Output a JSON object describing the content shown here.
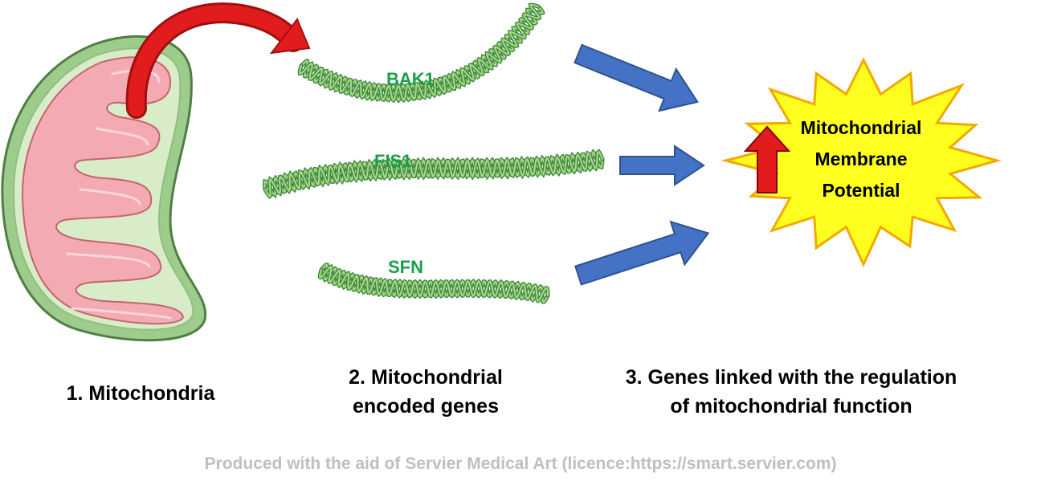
{
  "colors": {
    "gene_label": "#1aa04a",
    "dna_strand": "#3e8a3c",
    "dna_fill": "#a9d68b",
    "arrow_blue": "#4472c4",
    "curved_arrow_red": "#e21c1c",
    "burst_fill": "#ffff1f",
    "burst_stroke": "#f2a900",
    "mito_outer": "#9dcc8d",
    "mito_inner": "#f4aab3",
    "footer_text": "#bfbfbf"
  },
  "genes": [
    {
      "label": "BAK1"
    },
    {
      "label": "FIS1"
    },
    {
      "label": "SFN"
    }
  ],
  "burst": {
    "lines": [
      "Mitochondrial",
      "Membrane",
      "Potential"
    ],
    "indicator_icon": "red-up-arrow-icon"
  },
  "captions": {
    "step1": [
      "1. Mitochondria"
    ],
    "step2": [
      "2. Mitochondrial",
      "encoded genes"
    ],
    "step3": [
      "3. Genes linked with the regulation",
      "of mitochondrial function"
    ]
  },
  "footer": {
    "text": "Produced with the aid of Servier Medical Art (licence:https://smart.servier.com)"
  }
}
